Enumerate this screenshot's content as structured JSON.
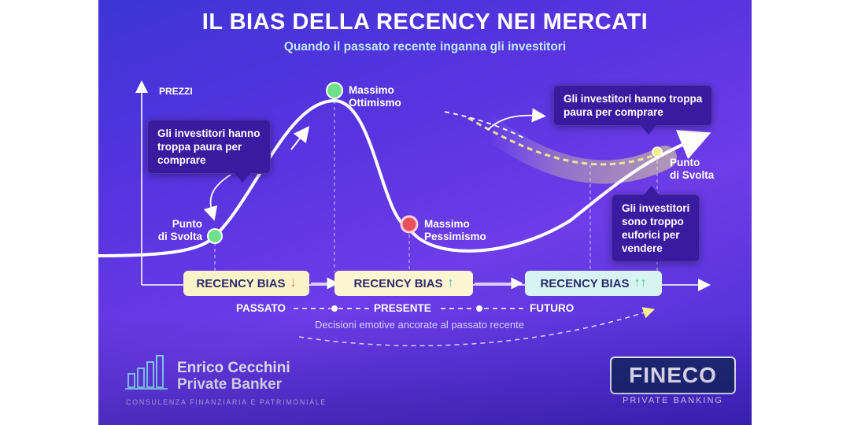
{
  "title": "IL BIAS DELLA RECENCY NEI MERCATI",
  "subtitle": "Quando il passato recente inganna gli investitori",
  "axis_label": "PREZZI",
  "points": {
    "turning_left": "Punto\ndi Svolta",
    "max_optimism": "Massimo\nOttimismo",
    "max_pessimism": "Massimo\nPessimismo",
    "turning_right": "Punto\ndi Svolta"
  },
  "callouts": {
    "left": "Gli investitori hanno\ntroppa paura per\ncomprare",
    "top_right": "Gli investitori hanno troppa\npaura per comprare",
    "bottom_right": "Gli investitori\nsono troppo\neuforici per\nvendere"
  },
  "pills": [
    {
      "label": "RECENCY BIAS",
      "arrow": "↓",
      "arrow_color": "#f07a3a"
    },
    {
      "label": "RECENCY BIAS",
      "arrow": "↑",
      "arrow_color": "#3ab8e8"
    },
    {
      "label": "RECENCY BIAS",
      "arrow": "↑↑",
      "arrow_color": "#3ad07a"
    }
  ],
  "timeline": {
    "past": "PASSATO",
    "present": "PRESENTE",
    "future": "FUTURO"
  },
  "note": "Decisioni emotive ancorate al passato recente",
  "brand": {
    "name_line1": "Enrico Cecchini",
    "name_line2": "Private Banker",
    "tagline": "CONSULENZA FINANZIARIA E PATRIMONIALE",
    "partner": "FINECO",
    "partner_sub": "PRIVATE BANKING"
  },
  "colors": {
    "background": "#5a34e0",
    "curve": "#ffffff",
    "glow": "#f5f08a",
    "green_dot": "#6ee08a",
    "red_dot": "#e8505a"
  }
}
